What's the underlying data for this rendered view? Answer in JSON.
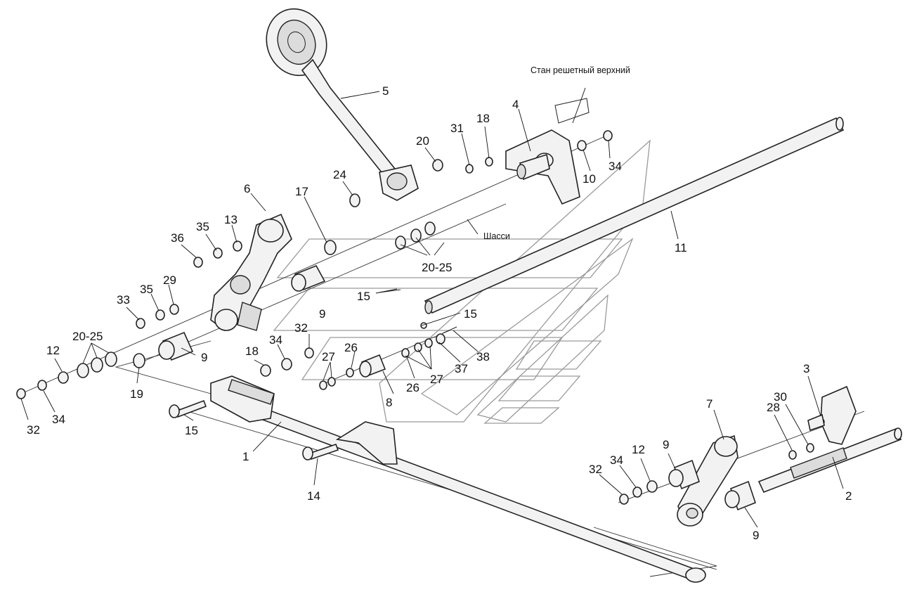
{
  "annotations": {
    "upper_sieve_frame": "Стан решетный верхний",
    "chassis": "Шасси"
  },
  "callouts": [
    "5",
    "4",
    "18",
    "31",
    "20",
    "34",
    "10",
    "24",
    "17",
    "6",
    "13",
    "35",
    "36",
    "11",
    "20-25",
    "15",
    "35",
    "29",
    "33",
    "9",
    "15",
    "32",
    "38",
    "37",
    "34",
    "26",
    "27",
    "20-25",
    "12",
    "18",
    "9",
    "19",
    "26",
    "27",
    "8",
    "32",
    "34",
    "15",
    "1",
    "14",
    "3",
    "7",
    "28",
    "30",
    "9",
    "12",
    "34",
    "32",
    "2",
    "9"
  ]
}
